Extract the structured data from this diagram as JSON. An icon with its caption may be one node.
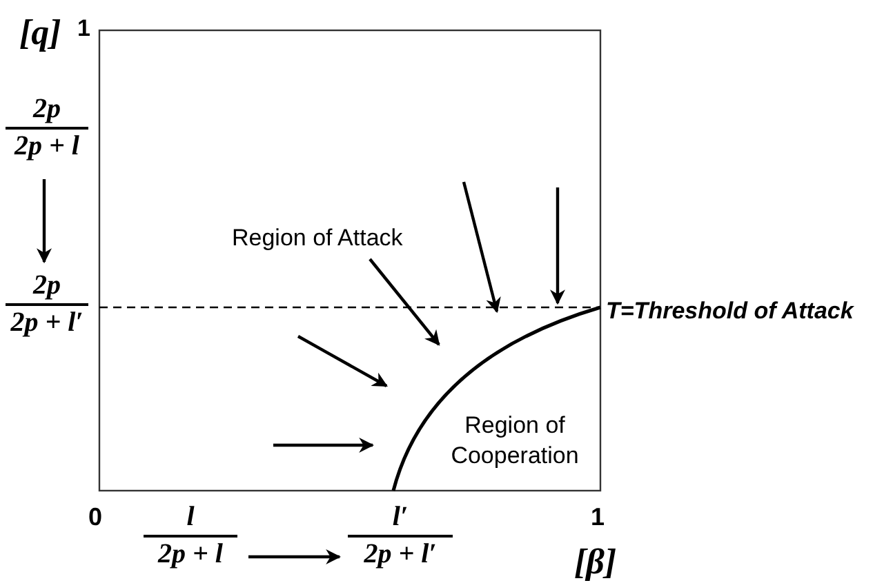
{
  "diagram": {
    "nodes": [
      {
        "text": [
          "2p",
          "2p + l"
        ]
      },
      {
        "text": [
          "2p",
          "2p + l′"
        ]
      },
      {
        "text": [
          "l",
          "2p + l"
        ]
      },
      {
        "text": [
          "l′",
          "2p + l′"
        ]
      }
    ],
    "edges": [
      {
        "from": 0,
        "to": 1,
        "arrow": "to"
      },
      {
        "from": 2,
        "to": 3,
        "arrow": "to"
      }
    ],
    "labels": [
      "[q]",
      "1",
      "Region of Attack",
      "T=Threshold of Attack",
      "Region of Cooperation",
      "0",
      "1",
      "[β]"
    ]
  }
}
